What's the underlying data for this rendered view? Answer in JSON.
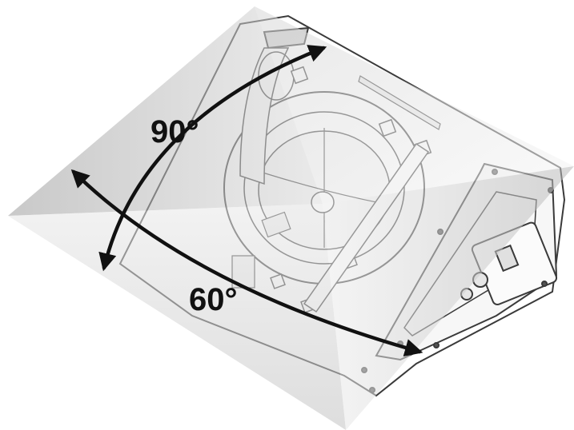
{
  "diagram": {
    "subject": "stage-monitor-speaker",
    "labels": {
      "vertical_angle": "90°",
      "horizontal_angle": "60°"
    },
    "colors": {
      "background": "#ffffff",
      "outline": "#3a3a3a",
      "arrow": "#111111",
      "pyramid_light": "#f2f2f2",
      "pyramid_mid": "#cfcfcf",
      "pyramid_dark": "#9a9a9a",
      "cabinet_fill": "#ffffff"
    }
  }
}
